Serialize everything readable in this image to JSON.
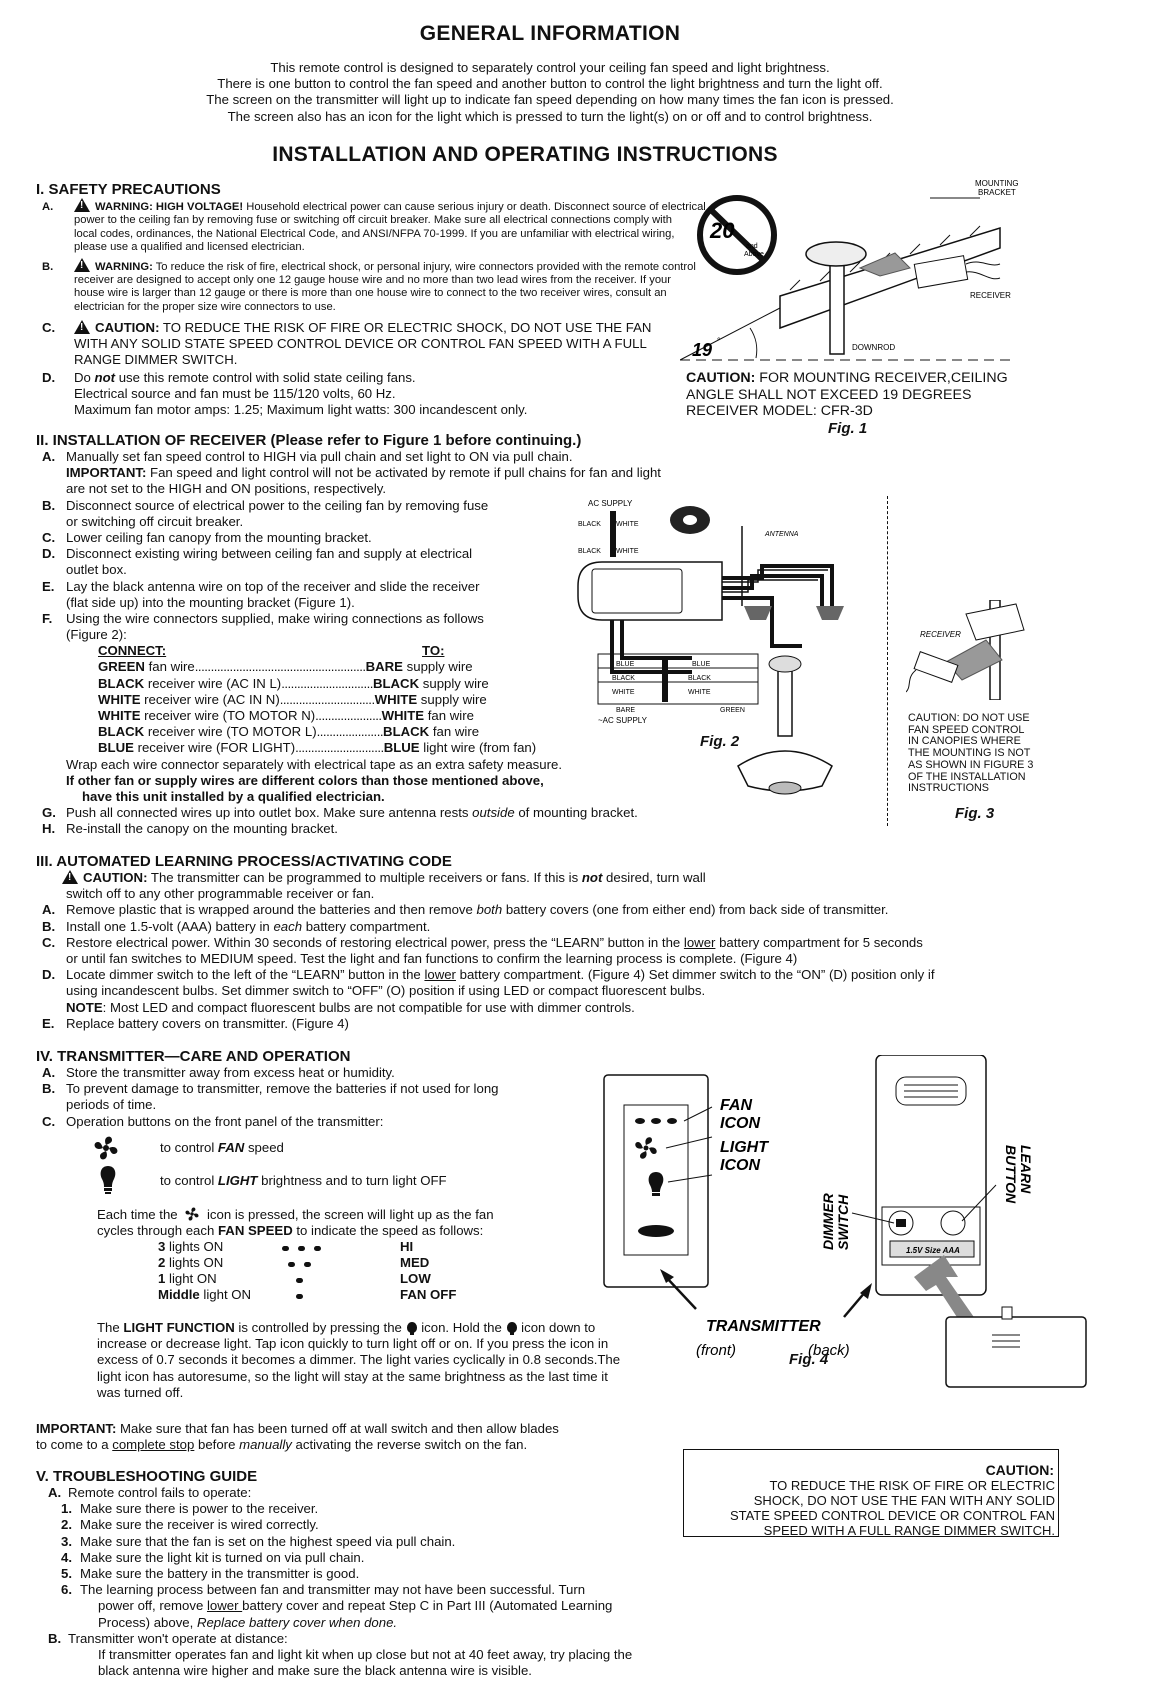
{
  "general": {
    "title": "GENERAL INFORMATION",
    "lines": [
      "This remote control is designed to separately control your ceiling fan speed and light brightness.",
      "There is one button to control the fan speed and another button to control the light brightness and turn the light off.",
      "The screen on the transmitter will light up to indicate fan speed depending on how many times the fan icon is pressed.",
      "The screen also has an icon for the light which is pressed to turn the light(s) on or off and to control brightness."
    ]
  },
  "install_title": "INSTALLATION AND OPERATING INSTRUCTIONS",
  "safety": {
    "title": "I. SAFETY PRECAUTIONS",
    "a_label": "A.",
    "a_head": "WARNING: HIGH VOLTAGE!",
    "a_lines": [
      " Household electrical power can cause serious injury or death. Disconnect source of electrical",
      "power to the ceiling fan by removing fuse or switching off circuit breaker. Make sure all electrical connections comply with",
      "local codes, ordinances, the National Electrical Code, and ANSI/NFPA 70-1999. If you are unfamiliar with electrical wiring,",
      "please use a qualified and licensed electrician."
    ],
    "b_label": "B.",
    "b_head": "WARNING:",
    "b_lines": [
      " To reduce the risk of fire, electrical shock, or personal injury, wire connectors provided with the remote control",
      "receiver are designed to accept only one 12 gauge house wire and no more than two lead wires from the receiver.  If your",
      "house wire is larger than 12 gauge or there is more than one house wire to connect to the two receiver wires, consult an",
      "electrician for the proper size wire connectors to use."
    ],
    "c_label": "C.",
    "c_head": "CAUTION:",
    "c_lines": [
      " TO REDUCE THE RISK OF FIRE OR ELECTRIC SHOCK, DO NOT USE THE FAN",
      "WITH ANY SOLID STATE SPEED CONTROL DEVICE OR CONTROL FAN SPEED WITH A FULL",
      "RANGE DIMMER SWITCH."
    ],
    "d_label": "D.",
    "d_pre": "Do ",
    "d_em": "not",
    "d_post": " use this remote control with solid state ceiling fans.",
    "d_lines": [
      "Electrical source and fan must be 115/120 volts, 60 Hz.",
      "Maximum fan motor amps: 1.25; Maximum light watts: 300 incandescent only."
    ]
  },
  "fig1": {
    "mounting_bracket": [
      "MOUNTING",
      "BRACKET"
    ],
    "angle_20": "20",
    "and_above": [
      "and",
      "Above"
    ],
    "angle_19": "19",
    "receiver": "RECEIVER",
    "downrod": "DOWNROD",
    "caution_head": "CAUTION:",
    "caution_lines": [
      " FOR MOUNTING RECEIVER,CEILING",
      "ANGLE SHALL NOT EXCEED 19 DEGREES",
      "RECEIVER MODEL: CFR-3D"
    ],
    "caption": "Fig. 1"
  },
  "receiver_install": {
    "title": "II. INSTALLATION OF RECEIVER (Please refer to Figure 1 before continuing.)",
    "a_label": "A.",
    "a_line": "Manually set fan speed control to HIGH via pull chain and set light to ON via pull chain.",
    "important_head": "IMPORTANT:",
    "important_lines": [
      " Fan speed and light control will not be activated by remote if pull chains for fan and light",
      "are not set to the HIGH and ON positions, respectively."
    ],
    "b_label": "B.",
    "b_lines": [
      "Disconnect source of electrical power to the ceiling fan by removing fuse",
      "or switching off circuit breaker."
    ],
    "c_label": "C.",
    "c_line": "Lower ceiling fan canopy from the mounting bracket.",
    "d_label": "D.",
    "d_lines": [
      "Disconnect existing wiring between ceiling fan and supply at electrical",
      "outlet box."
    ],
    "e_label": "E.",
    "e_lines": [
      "Lay the black antenna wire on top of the receiver and slide the receiver",
      "(flat side up) into the mounting bracket (Figure 1)."
    ],
    "f_label": "F.",
    "f_lines": [
      "Using the wire connectors supplied, make wiring connections as follows",
      "(Figure 2):"
    ],
    "connect_head": "CONNECT:",
    "to_head": "TO:",
    "connections": [
      {
        "c_b": "GREEN",
        "c_r": " fan wire",
        "dots": "......................................................",
        "t_b": "BARE",
        "t_r": " supply wire"
      },
      {
        "c_b": "BLACK",
        "c_r": " receiver wire (AC IN L)",
        "dots": ".............................",
        "t_b": "BLACK",
        "t_r": " supply wire"
      },
      {
        "c_b": "WHITE",
        "c_r": " receiver wire (AC IN N)",
        "dots": "..............................",
        "t_b": "WHITE",
        "t_r": " supply wire"
      },
      {
        "c_b": "WHITE",
        "c_r": " receiver wire (TO MOTOR N)",
        "dots": ".....................",
        "t_b": "WHITE",
        "t_r": " fan wire"
      },
      {
        "c_b": "BLACK",
        "c_r": " receiver wire (TO MOTOR L)",
        "dots": ".....................",
        "t_b": "BLACK",
        "t_r": " fan wire"
      },
      {
        "c_b": "BLUE",
        "c_r": " receiver wire (FOR LIGHT)",
        "dots": "............................",
        "t_b": "BLUE",
        "t_r": " light wire (from fan)"
      }
    ],
    "wrap_line": "Wrap each wire connector separately with electrical tape as an extra safety measure.",
    "bold_lines": [
      "If other fan or supply wires are different colors than those mentioned above,",
      "have this unit installed by a qualified electrician."
    ],
    "g_label": "G.",
    "g_pre": "Push all connected wires up into outlet box. Make sure antenna rests ",
    "g_em": "outside",
    "g_post": " of mounting bracket.",
    "h_label": "H.",
    "h_line": "Re-install the canopy on the mounting bracket."
  },
  "fig2": {
    "ac_supply_top": "AC SUPPLY",
    "black": "BLACK",
    "white": "WHITE",
    "antenna": "ANTENNA",
    "blue": "BLUE",
    "bare": "BARE",
    "green": "GREEN",
    "ac_supply_bottom": "~AC SUPPLY",
    "caption": "Fig. 2"
  },
  "fig3": {
    "receiver": "RECEIVER",
    "caution_lines": [
      "CAUTION: DO NOT USE",
      "FAN SPEED CONTROL",
      "IN CANOPIES WHERE",
      "THE MOUNTING IS NOT",
      "AS SHOWN IN FIGURE 3",
      "OF THE INSTALLATION",
      "INSTRUCTIONS"
    ],
    "caption": "Fig. 3"
  },
  "learning": {
    "title": "III.   AUTOMATED LEARNING PROCESS/ACTIVATING CODE",
    "caution_head": "CAUTION:",
    "caution_pre": " The transmitter can be programmed to multiple receivers or fans. If this is ",
    "caution_em": "not",
    "caution_post": " desired, turn wall",
    "caution_line2": "switch off to any other programmable receiver or fan.",
    "a_label": "A.",
    "a_pre": "Remove plastic that is wrapped around the batteries and then remove ",
    "a_em": "both",
    "a_post": " battery covers (one from either end) from back side of transmitter.",
    "b_label": "B.",
    "b_pre": "Install one 1.5-volt (AAA) battery in ",
    "b_em": "each",
    "b_post": " battery compartment.",
    "c_label": "C.",
    "c_pre": "Restore electrical power. Within 30 seconds of restoring electrical power, press the “LEARN” button in the ",
    "c_u": "lower",
    "c_post": " battery compartment for 5 seconds",
    "c_line2": "or until fan switches to MEDIUM speed. Test the light and fan functions to confirm the learning process is complete. (Figure 4)",
    "d_label": "D.",
    "d_pre": "Locate dimmer switch to the left of the “LEARN” button in the ",
    "d_u": "lower",
    "d_post": " battery compartment. (Figure 4) Set dimmer switch to the “ON” (D) position only if",
    "d_line2": "using incandescent bulbs. Set dimmer switch to “OFF” (O) position if using LED or compact fluorescent bulbs.",
    "note_head": "NOTE",
    "note_text": ": Most LED and compact fluorescent bulbs are not compatible for use with dimmer controls.",
    "e_label": "E.",
    "e_line": "Replace battery covers on transmitter. (Figure 4)"
  },
  "transmitter": {
    "title": "IV.   TRANSMITTER—CARE AND OPERATION",
    "a_label": "A.",
    "a_line": "Store the transmitter away from excess heat or humidity.",
    "b_label": "B.",
    "b_lines": [
      "To prevent damage to transmitter, remove the batteries if not used for long",
      "periods of time."
    ],
    "c_label": "C.",
    "c_line": "Operation buttons on the front panel of the transmitter:",
    "fan_pre": "to control ",
    "fan_em": "FAN",
    "fan_post": " speed",
    "light_pre": "to control ",
    "light_em": "LIGHT",
    "light_post": " brightness and to turn light OFF",
    "each_pre": "Each time the ",
    "each_post": " icon is pressed, the screen will light up as the fan",
    "cycles_pre": "cycles through each ",
    "cycles_b": "FAN SPEED",
    "cycles_post": " to indicate the speed as follows:",
    "speeds": [
      {
        "n": "3",
        "r": " lights ON",
        "dots": 3,
        "s": "HI"
      },
      {
        "n": "2",
        "r": " lights ON",
        "dots": 2,
        "s": "MED"
      },
      {
        "n": "1",
        "r": " light ON",
        "dots": 1,
        "s": "LOW"
      },
      {
        "n": "Middle",
        "r": " light ON",
        "dots": 1,
        "s": "FAN OFF"
      }
    ],
    "lf_l1_pre": "The ",
    "lf_l1_b": "LIGHT FUNCTION",
    "lf_l1_mid": " is controlled by pressing the ",
    "lf_l1_mid2": " icon. Hold the ",
    "lf_l1_post": " icon down to",
    "lf_lines": [
      "increase or decrease light. Tap icon quickly to turn light off or on. If you press the icon in",
      "excess of 0.7 seconds it becomes a dimmer. The light varies cyclically in 0.8 seconds.The",
      "light icon has autoresume, so the light will stay at the same brightness as the last time it",
      "was turned off."
    ],
    "important_head": "IMPORTANT:",
    "important_pre": " Make sure that fan has been turned off at wall switch and then allow blades",
    "important_l2_pre": "to come to a ",
    "important_l2_u": "complete stop",
    "important_l2_mid": " before ",
    "important_l2_em": "manually",
    "important_l2_post": " activating the reverse switch on the fan."
  },
  "fig4": {
    "fan_icon": [
      "FAN",
      "ICON"
    ],
    "light_icon": [
      "LIGHT",
      "ICON"
    ],
    "dimmer_switch": [
      "DIMMER",
      "SWITCH"
    ],
    "learn_button": [
      "LEARN",
      "BUTTON"
    ],
    "battery": "1.5V Size AAA",
    "transmitter": "TRANSMITTER",
    "front": "(front)",
    "back": "(back)",
    "caption": "Fig. 4"
  },
  "trouble": {
    "title": "V. TROUBLESHOOTING GUIDE",
    "a_label": "A.",
    "a_line": "Remote control fails to operate:",
    "items": [
      {
        "n": "1.",
        "t": "Make sure there is power to the receiver."
      },
      {
        "n": "2.",
        "t": "Make sure the receiver is wired correctly."
      },
      {
        "n": "3.",
        "t": "Make sure that the fan is set on the highest speed via pull chain."
      },
      {
        "n": "4.",
        "t": "Make sure the light kit is turned on via pull chain."
      },
      {
        "n": "5.",
        "t": "Make sure the battery in the transmitter is good."
      }
    ],
    "i6_n": "6.",
    "i6_l1": "The learning process between fan and transmitter may not have been successful. Turn",
    "i6_l2_pre": "power off, remove ",
    "i6_l2_u": "lower ",
    "i6_l2_post": "battery cover and repeat Step C in Part III (Automated Learning",
    "i6_l3_pre": "Process) above, ",
    "i6_l3_em": "Replace battery cover when done.",
    "b_label": "B.",
    "b_line": "Transmitter won't operate at distance:",
    "b_lines": [
      "If transmitter operates fan and light kit when up close but not at 40 feet away, try placing the",
      "black antenna wire higher and make sure the black antenna wire is visible."
    ]
  },
  "caution_box": {
    "head": "CAUTION:",
    "lines": [
      "TO REDUCE THE RISK OF FIRE OR ELECTRIC",
      "SHOCK, DO NOT USE THE FAN WITH ANY SOLID",
      "STATE SPEED CONTROL DEVICE OR CONTROL FAN",
      "SPEED WITH A FULL RANGE DIMMER SWITCH."
    ]
  }
}
